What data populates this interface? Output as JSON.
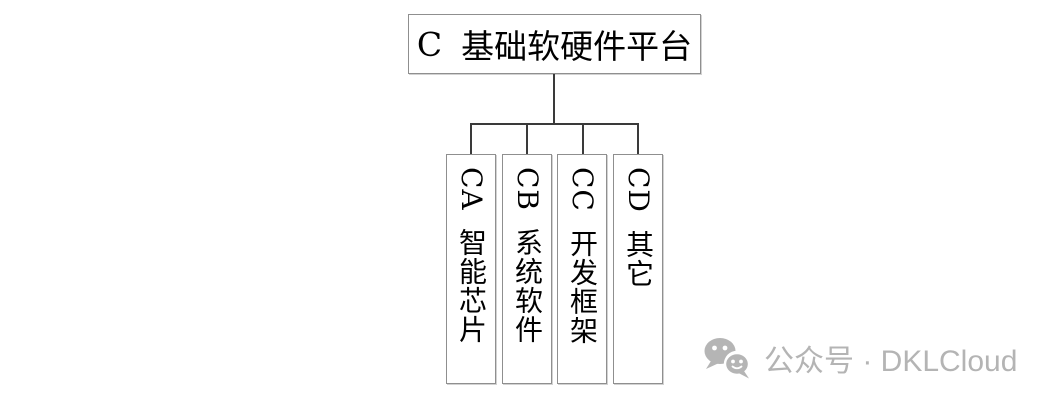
{
  "page": {
    "background": "#ffffff"
  },
  "diagram": {
    "type": "tree",
    "root": {
      "code": "C",
      "label": "基础软硬件平台"
    },
    "children": [
      {
        "code": "CA",
        "label": "智能芯片"
      },
      {
        "code": "CB",
        "label": "系统软件"
      },
      {
        "code": "CC",
        "label": "开发框架"
      },
      {
        "code": "CD",
        "label": "其它"
      }
    ],
    "colors": {
      "connector": "#3a3a3a",
      "box_border": "#8f8f8f",
      "text": "#000000"
    }
  },
  "watermark": {
    "icon": "wechat-icon",
    "text": "公众号 · DKLCloud",
    "color": "#b4b4b4"
  }
}
